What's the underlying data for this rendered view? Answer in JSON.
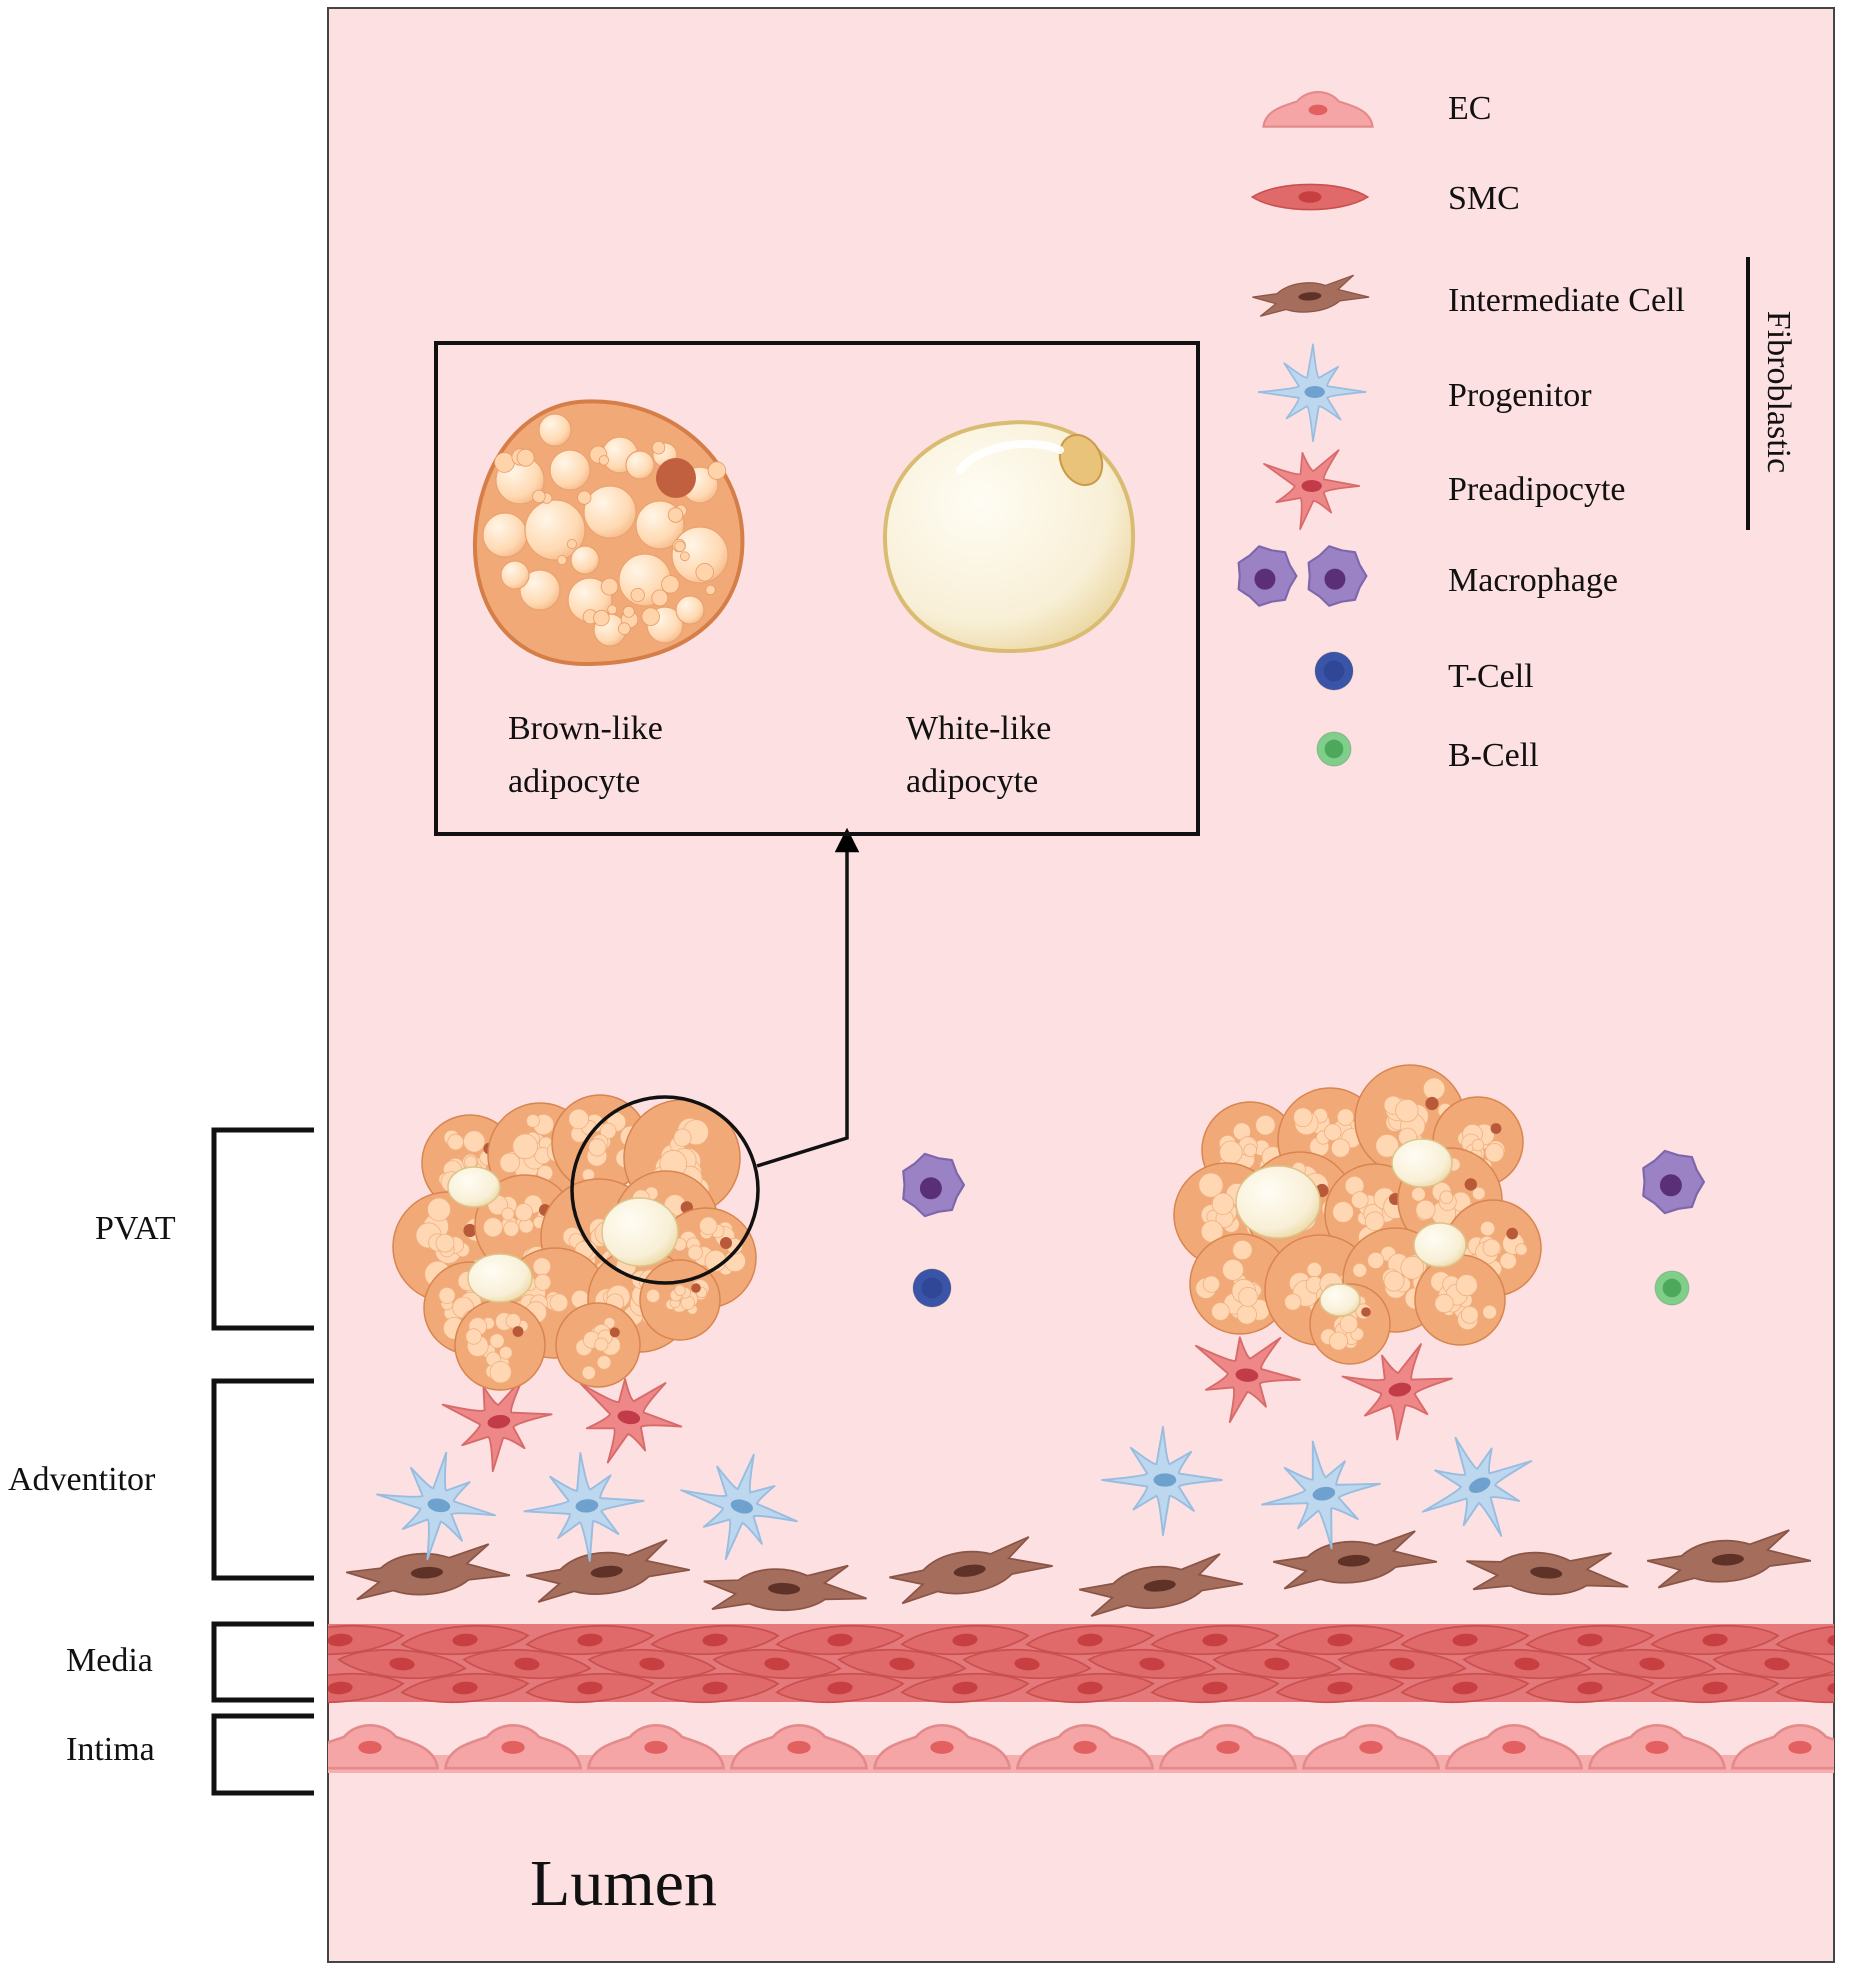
{
  "layers": {
    "pvat": "PVAT",
    "adventitia": "Adventitor",
    "media": "Media",
    "intima": "Intima",
    "lumen": "Lumen"
  },
  "inset": {
    "brown_line1": "Brown-like",
    "brown_line2": "adipocyte",
    "white_line1": "White-like",
    "white_line2": "adipocyte"
  },
  "legend": {
    "ec": "EC",
    "smc": "SMC",
    "intermediate": "Intermediate Cell",
    "progenitor": "Progenitor",
    "preadipocyte": "Preadipocyte",
    "macrophage": "Macrophage",
    "tcell": "T-Cell",
    "bcell": "B-Cell",
    "group_label": "Fibroblastic"
  },
  "colors": {
    "background": "#fde0e2",
    "ec": "#f5a5a5",
    "smc": "#e06a6a",
    "intermediate": "#a56d5c",
    "progenitor": "#bcd7ee",
    "preadipocyte": "#ee8888",
    "macrophage": "#9a82c4",
    "tcell": "#2f4796",
    "bcell": "#4ea85c",
    "brown_adipocyte": "#f1a977",
    "white_adipocyte": "#f7eccd"
  },
  "icons": {
    "ec": "endothelial-cell-icon",
    "smc": "smooth-muscle-cell-icon",
    "intermediate": "intermediate-cell-icon",
    "progenitor": "progenitor-cell-icon",
    "preadipocyte": "preadipocyte-icon",
    "macrophage": "macrophage-icon",
    "tcell": "t-cell-icon",
    "bcell": "b-cell-icon"
  }
}
